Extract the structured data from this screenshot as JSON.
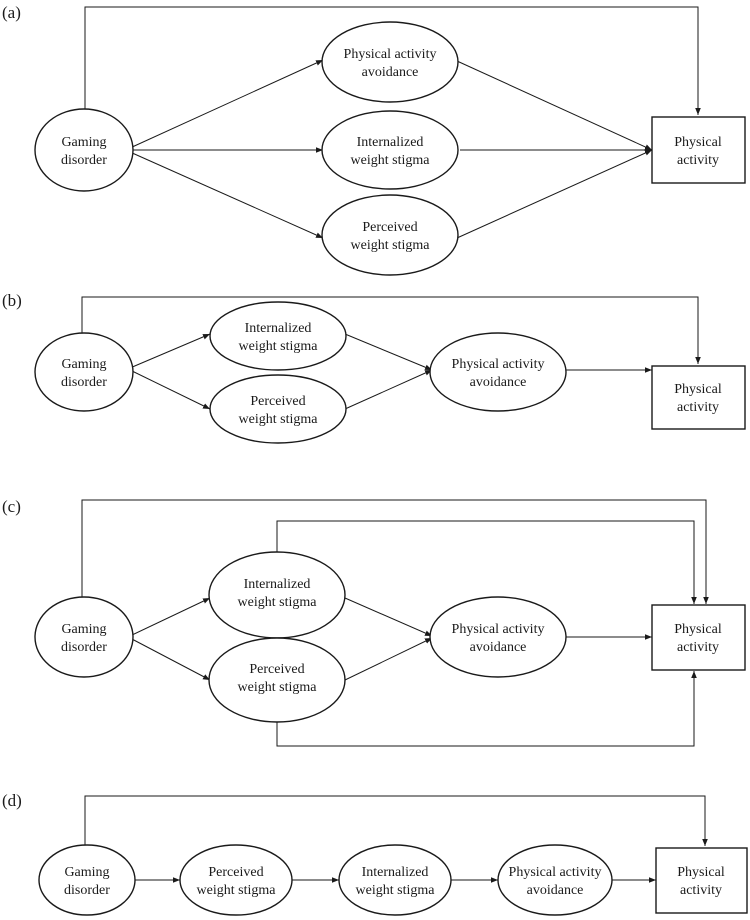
{
  "panels": [
    {
      "label": "(a)",
      "nodes": {
        "gaming": [
          "Gaming",
          "disorder"
        ],
        "avoid": [
          "Physical activity",
          "avoidance"
        ],
        "internal": [
          "Internalized",
          "weight stigma"
        ],
        "perceived": [
          "Perceived",
          "weight stigma"
        ],
        "activity": [
          "Physical",
          "activity"
        ]
      }
    },
    {
      "label": "(b)",
      "nodes": {
        "gaming": [
          "Gaming",
          "disorder"
        ],
        "internal": [
          "Internalized",
          "weight stigma"
        ],
        "perceived": [
          "Perceived",
          "weight stigma"
        ],
        "avoid": [
          "Physical activity",
          "avoidance"
        ],
        "activity": [
          "Physical",
          "activity"
        ]
      }
    },
    {
      "label": "(c)",
      "nodes": {
        "gaming": [
          "Gaming",
          "disorder"
        ],
        "internal": [
          "Internalized",
          "weight stigma"
        ],
        "perceived": [
          "Perceived",
          "weight stigma"
        ],
        "avoid": [
          "Physical activity",
          "avoidance"
        ],
        "activity": [
          "Physical",
          "activity"
        ]
      }
    },
    {
      "label": "(d)",
      "nodes": {
        "gaming": [
          "Gaming",
          "disorder"
        ],
        "perceived": [
          "Perceived",
          "weight stigma"
        ],
        "internal": [
          "Internalized",
          "weight stigma"
        ],
        "avoid": [
          "Physical activity",
          "avoidance"
        ],
        "activity": [
          "Physical",
          "activity"
        ]
      }
    }
  ],
  "colors": {
    "stroke": "#1a1a1a",
    "background": "#ffffff"
  }
}
